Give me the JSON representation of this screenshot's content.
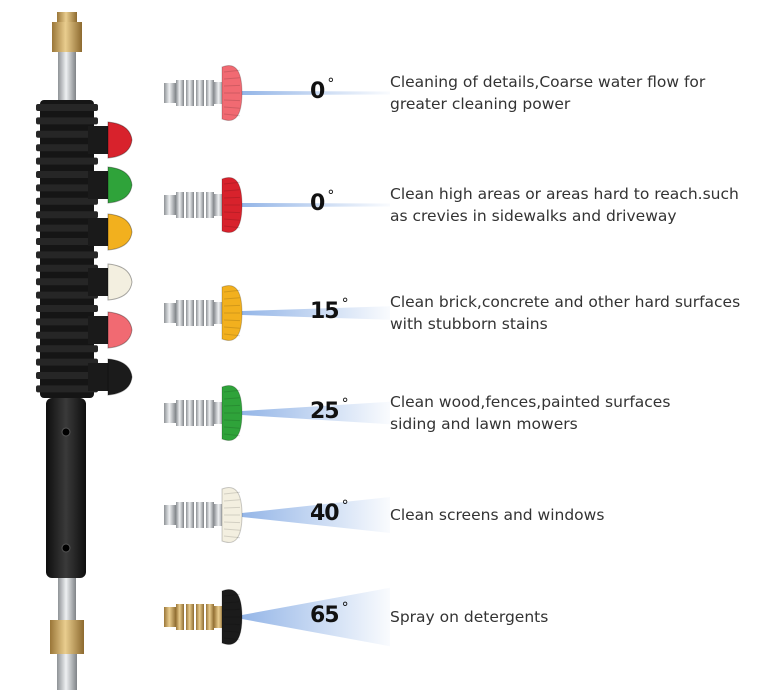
{
  "colors": {
    "red_light": "#f16a72",
    "red": "#d8222c",
    "yellow": "#f2b01e",
    "green": "#2fa33a",
    "white": "#f3efe0",
    "black": "#1b1b1b",
    "spray": "#8fb2e6",
    "wand_body": "#1d1d1d",
    "steel": "#c9ccd0",
    "brass": "#c7a05d"
  },
  "nozzles": [
    {
      "tip_color": "#f16a72",
      "connector": "steel",
      "spray_value": 0,
      "angle": "0",
      "degree": "°",
      "lines": [
        "Cleaning of details,Coarse water flow for",
        "greater cleaning power"
      ]
    },
    {
      "tip_color": "#d8222c",
      "connector": "steel",
      "spray_value": 0,
      "angle": "0",
      "degree": "°",
      "lines": [
        "Clean high areas or areas hard to reach.such",
        "as crevies in sidewalks and driveway"
      ]
    },
    {
      "tip_color": "#f2b01e",
      "connector": "steel",
      "spray_value": 15,
      "angle": "15",
      "degree": "°",
      "lines": [
        "Clean brick,concrete and other hard surfaces",
        "with stubborn stains"
      ]
    },
    {
      "tip_color": "#2fa33a",
      "connector": "steel",
      "spray_value": 25,
      "angle": "25",
      "degree": "°",
      "lines": [
        "Clean wood,fences,painted surfaces",
        "siding and lawn mowers"
      ]
    },
    {
      "tip_color": "#f3efe0",
      "connector": "steel",
      "spray_value": 40,
      "angle": "40",
      "degree": "°",
      "lines": [
        "Clean screens and windows"
      ]
    },
    {
      "tip_color": "#1b1b1b",
      "connector": "brass",
      "spray_value": 65,
      "angle": "65",
      "degree": "°",
      "lines": [
        "Spray on detergents"
      ]
    }
  ],
  "holder_tips": [
    "#d8222c",
    "#2fa33a",
    "#f2b01e",
    "#f3efe0",
    "#f16a72",
    "#1b1b1b"
  ]
}
